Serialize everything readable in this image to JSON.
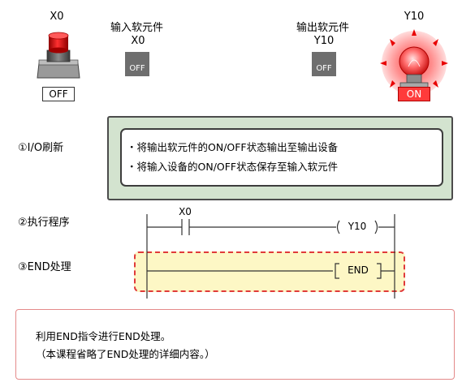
{
  "x0_switch": {
    "label": "X0",
    "state": "OFF"
  },
  "input_device": {
    "title": "输入软元件",
    "name": "X0",
    "state": "OFF"
  },
  "output_device": {
    "title": "输出软元件",
    "name": "Y10",
    "state": "OFF"
  },
  "y10_lamp": {
    "label": "Y10",
    "state": "ON"
  },
  "io_refresh": {
    "label": "①I/O刷新",
    "lines": [
      "・将输出软元件的ON/OFF状态输出至输出设备",
      "・将输入设备的ON/OFF状态保存至输入软元件"
    ]
  },
  "program": {
    "label": "②执行程序",
    "contact": "X0",
    "coil": "Y10"
  },
  "end_processing": {
    "label": "③END处理",
    "instruction": "END"
  },
  "note": {
    "lines": [
      "利用END指令进行END处理。",
      "（本课程省略了END处理的详细内容。）"
    ]
  },
  "colors": {
    "panel_green": "#d3e3cf",
    "end_highlight": "#fdf7c5",
    "end_border": "#e03a3a",
    "note_border": "#e48a8a",
    "lamp_red": "#ff3b3b"
  }
}
